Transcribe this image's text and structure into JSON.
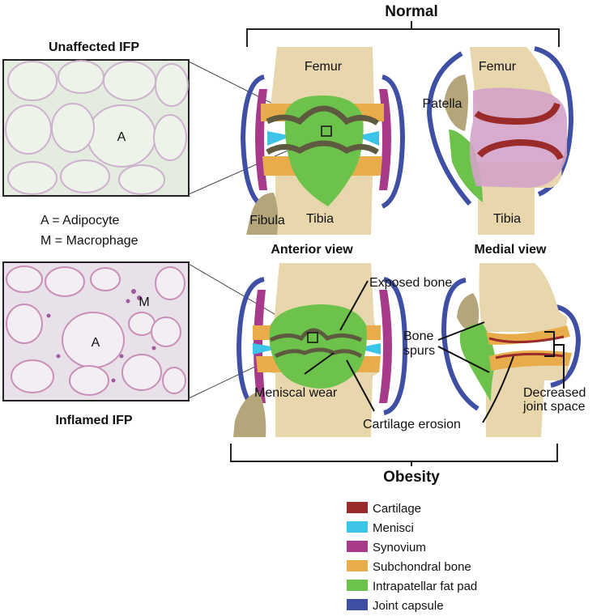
{
  "headings": {
    "normal": "Normal",
    "obesity": "Obesity",
    "unaffected_ifp": "Unaffected IFP",
    "inflamed_ifp": "Inflamed IFP",
    "anterior_view": "Anterior view",
    "medial_view": "Medial view"
  },
  "key": {
    "adipocyte": "A = Adipocyte",
    "macrophage": "M = Macrophage"
  },
  "histology": {
    "top_cell_label": "A",
    "bottom_cell_label_a": "A",
    "bottom_cell_label_m": "M"
  },
  "bones": {
    "femur": "Femur",
    "tibia": "Tibia",
    "fibula": "Fibula",
    "patella": "Patella"
  },
  "annotations": {
    "exposed_bone": "Exposed bone",
    "meniscal_wear": "Meniscal wear",
    "cartilage_erosion": "Cartilage erosion",
    "bone_spurs_line1": "Bone",
    "bone_spurs_line2": "spurs",
    "decreased_line1": "Decreased",
    "decreased_line2": "joint space"
  },
  "legend": [
    {
      "label": "Cartilage",
      "color": "#9b2a2a"
    },
    {
      "label": "Menisci",
      "color": "#3cc4e8"
    },
    {
      "label": "Synovium",
      "color": "#a83a8c"
    },
    {
      "label": "Subchondral bone",
      "color": "#e8ad4a"
    },
    {
      "label": "Intrapatellar fat pad",
      "color": "#6cc24a"
    },
    {
      "label": "Joint capsule",
      "color": "#3f4fa3"
    }
  ],
  "colors": {
    "bone": "#e8d6ad",
    "fibula": "#b4a67a",
    "patella_fill": "#d4a3c9",
    "capsule": "#3f4fa3",
    "synovium": "#a83a8c",
    "subchondral": "#e8ad4a",
    "cartilage": "#9b2a2a",
    "menisci": "#3cc4e8",
    "fat_pad": "#6cc24a",
    "histology_bg": "#dfe9dc",
    "histology_line": "#c9a7c9"
  }
}
